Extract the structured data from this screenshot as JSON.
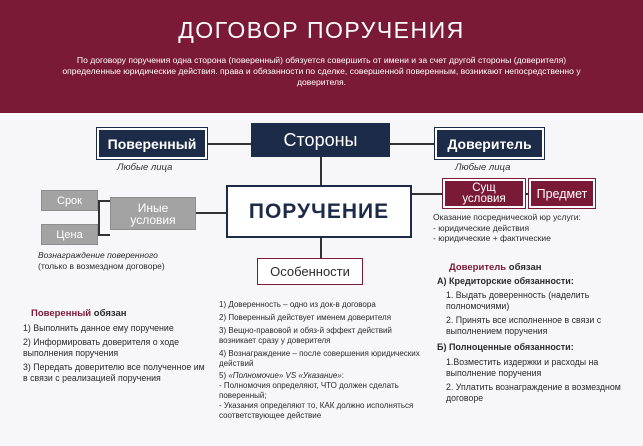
{
  "header": {
    "title": "ДОГОВОР ПОРУЧЕНИЯ",
    "description": "По договору поручения одна сторона (поверенный) обязуется совершить от имени и за счет другой стороны (доверителя) определенные юридические действия. права и обязанности по сделке, совершенной поверенным, возникают непосредственно у доверителя."
  },
  "diagram": {
    "parties": "Стороны",
    "agent": "Поверенный",
    "agent_note": "Любые лица",
    "principal": "Доверитель",
    "principal_note": "Любые лица",
    "center": "ПОРУЧЕНИЕ",
    "other_terms": "Иные условия",
    "term": "Срок",
    "price": "Цена",
    "essential": "Сущ условия",
    "subject": "Предмет",
    "remuneration_note_1": "Вознаграждение поверенного",
    "remuneration_note_2": "(только в возмездном договоре)",
    "subject_desc_1": "Оказание посреднической юр услуги:",
    "subject_desc_2": "- юридические действия",
    "subject_desc_3": "- юридические + фактические",
    "features": "Особенности"
  },
  "agent_duties": {
    "title_accent": "Поверенный",
    "title_rest": " обязан",
    "items": [
      "1) Выполнить данное ему поручение",
      "2) Информировать доверителя о ходе выполнения поручения",
      "3) Передать доверителю все полученное им в связи с реализацией поручения"
    ]
  },
  "features_list": {
    "items": [
      "1) Доверенность – одно из док-в договора",
      "2) Поверенный действует именем доверителя",
      "3) Вещно-правовой и обяз-й эффект действий возникает сразу у доверителя",
      "4) Вознаграждение – после совершения юридических действий"
    ],
    "item5_prefix": "5) ",
    "item5_italic": "«Полномочие» VS «Указание»",
    "item5_suffix": ":",
    "item5_lines": [
      "- Полномочия определяют, ЧТО должен сделать поверенный;",
      "- Указания определяют то, КАК должно исполняться соответствующее действие"
    ]
  },
  "principal_duties": {
    "title_accent": "Доверитель",
    "title_rest": " обязан",
    "section_a": "А) Кредиторские обязанности:",
    "a_items": [
      "1. Выдать доверенность (наделить полномочиями)",
      "2. Принять все исполненное в связи с выполнением поручения"
    ],
    "section_b": "Б) Полноценные обязанности:",
    "b_items": [
      "1.Возместить издержки и расходы на выполнение поручения",
      "2. Уплатить вознаграждение в возмездном договоре"
    ]
  },
  "colors": {
    "maroon": "#7a1a36",
    "navy": "#1c2b47",
    "gray": "#a3a3a3"
  }
}
